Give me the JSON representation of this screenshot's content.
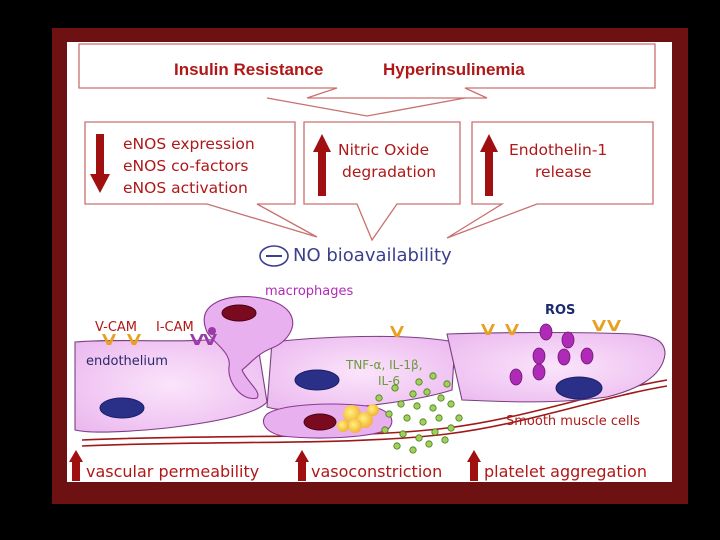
{
  "header": {
    "insulin_resistance": "Insulin Resistance",
    "hyperinsulinemia": "Hyperinsulinemia"
  },
  "boxes": {
    "left": [
      "eNOS expression",
      "eNOS co-factors",
      "eNOS activation"
    ],
    "middle": [
      "Nitric Oxide",
      "degradation"
    ],
    "right": [
      "Endothelin-1",
      "release"
    ]
  },
  "no_bioavailability": "NO bioavailability",
  "labels": {
    "macrophages": "macrophages",
    "vcam": "V-CAM",
    "icam": "I-CAM",
    "endothelium": "endothelium",
    "ros": "ROS",
    "cytokines_1": "TNF-α, IL-1β,",
    "cytokines_2": "IL-6",
    "smooth_muscle": "Smooth muscle cells"
  },
  "bottom": {
    "vascular_permeability": "vascular permeability",
    "vasoconstriction": "vasoconstriction",
    "platelet_aggregation": "platelet aggregation"
  },
  "colors": {
    "frame": "#6e1112",
    "accent_red": "#b01818",
    "navy": "#3a3f8e",
    "cell_fill": "#f4c9f6",
    "purple": "#b02ab8",
    "nucleus": "#2a2f88",
    "cytokine_green": "#7fb23a",
    "receptor_orange": "#e8a020"
  },
  "icons": [
    "down-arrow-icon",
    "up-arrow-icon",
    "minus-circle-icon"
  ]
}
